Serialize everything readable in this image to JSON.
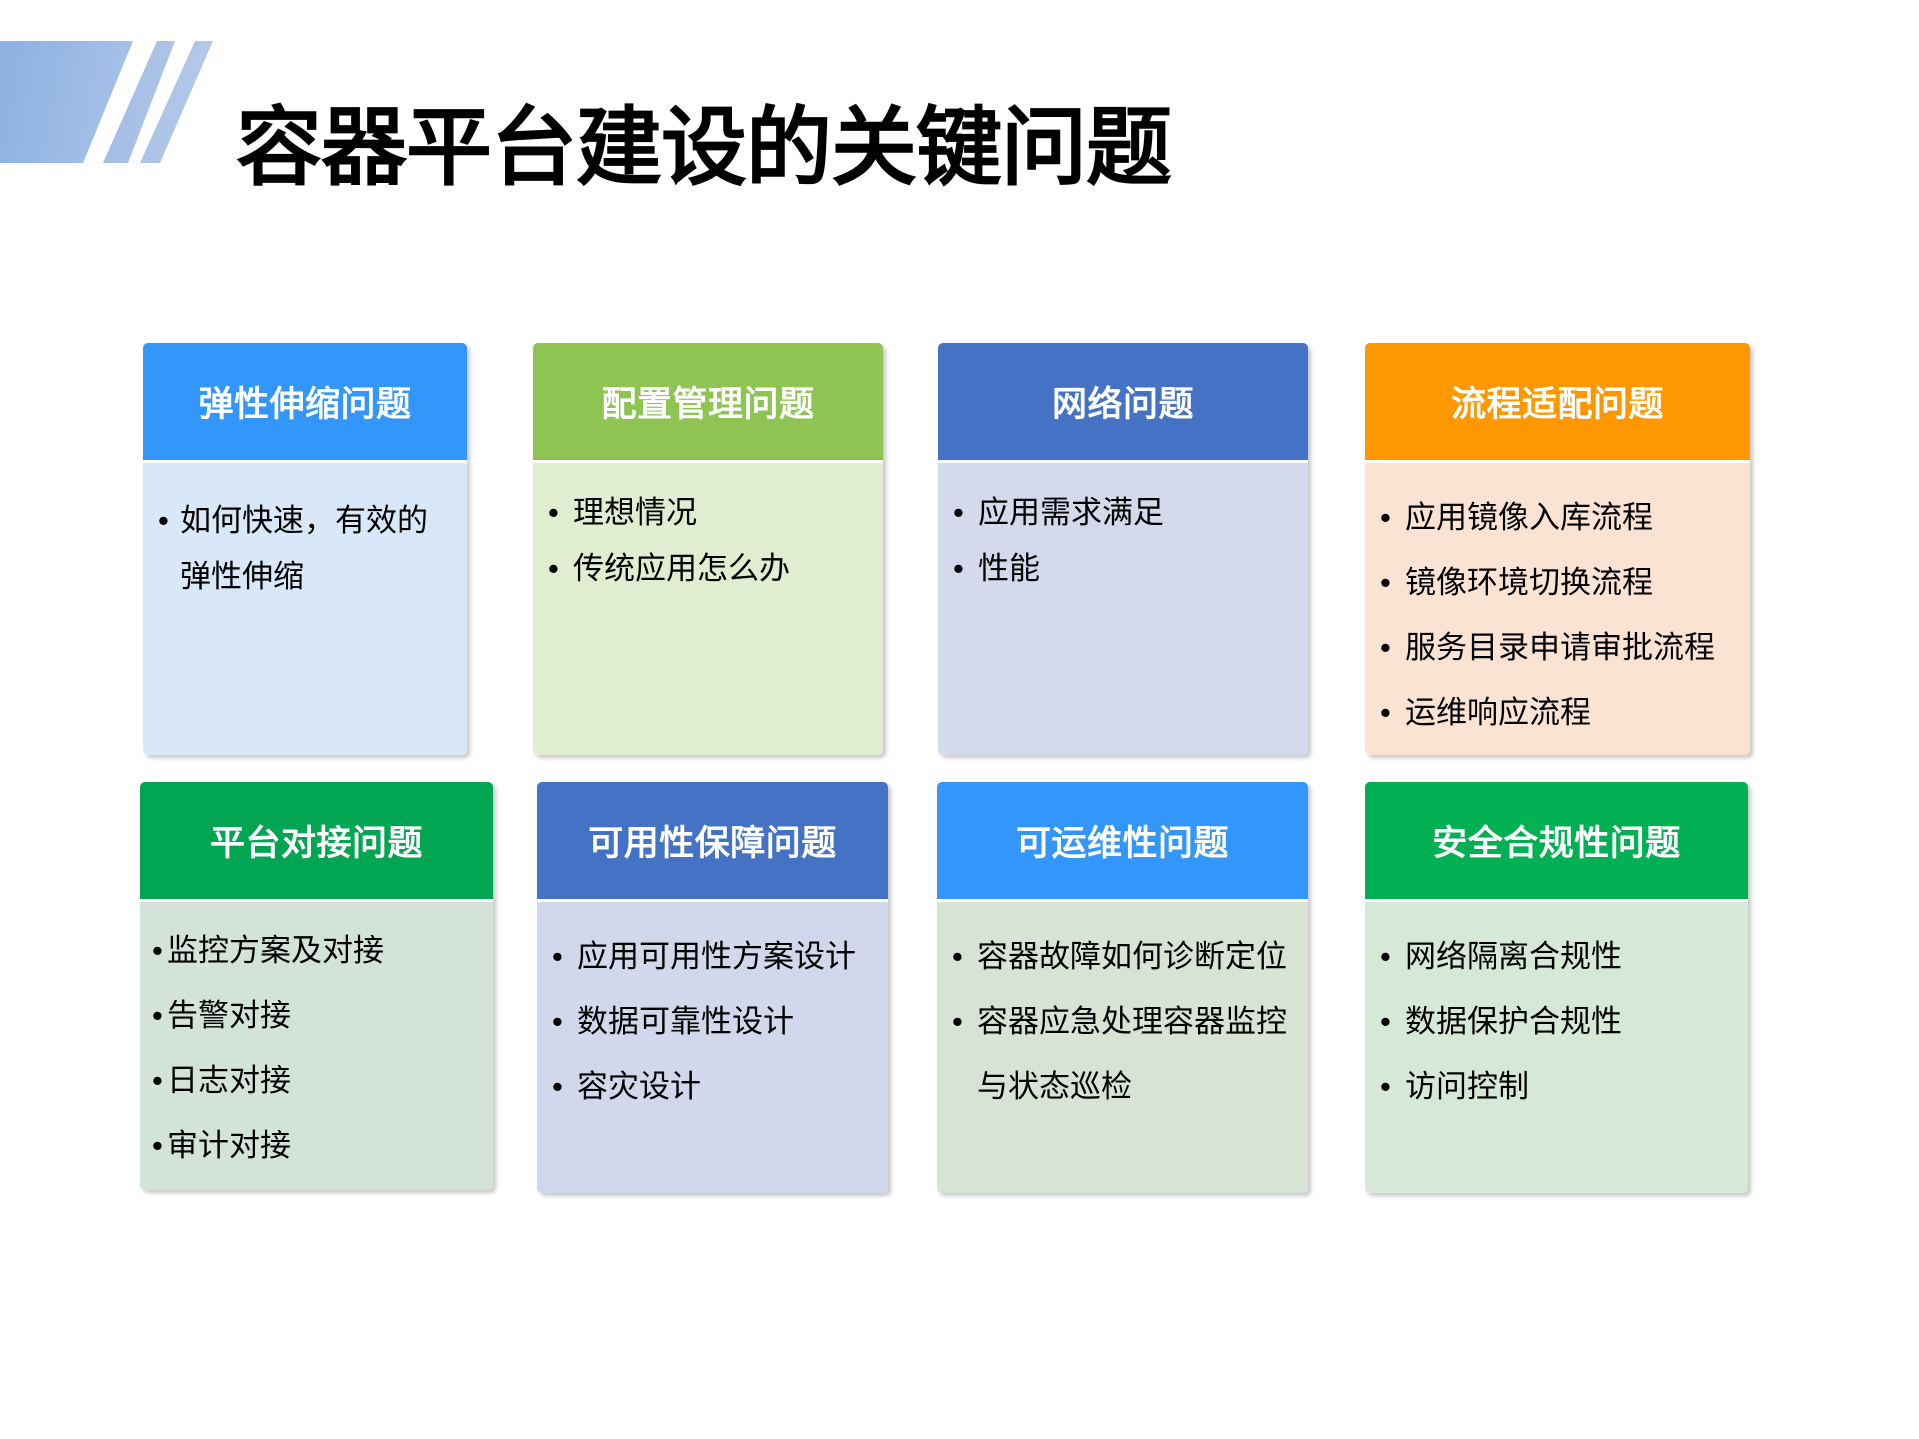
{
  "slide": {
    "title": "容器平台建设的关键问题"
  },
  "decoration": {
    "gradient_start": "#8CB1E1",
    "gradient_end": "#B9CDEC",
    "stripe_color": "#8FACDC"
  },
  "cards": [
    {
      "title": "弹性伸缩问题",
      "header_color": "#3296FB",
      "body_color": "#D9E8F9",
      "bullets": [
        "如何快速，有效的弹性伸缩"
      ]
    },
    {
      "title": "配置管理问题",
      "header_color": "#8DC452",
      "body_color": "#E0EDD1",
      "bullets": [
        "理想情况",
        "传统应用怎么办"
      ]
    },
    {
      "title": "网络问题",
      "header_color": "#4472C4",
      "body_color": "#D4DAEC",
      "bullets": [
        "应用需求满足",
        "性能"
      ]
    },
    {
      "title": "流程适配问题",
      "header_color": "#FF9800",
      "body_color": "#FBE3D4",
      "bullets": [
        "应用镜像入库流程",
        "镜像环境切换流程",
        "服务目录申请审批流程",
        "运维响应流程"
      ]
    },
    {
      "title": "平台对接问题",
      "header_color": "#02A551",
      "body_color": "#D4E3DA",
      "bullets": [
        "监控方案及对接",
        "告警对接",
        "日志对接",
        "审计对接"
      ]
    },
    {
      "title": "可用性保障问题",
      "header_color": "#4472C4",
      "body_color": "#D2D8EB",
      "bullets": [
        "应用可用性方案设计",
        "数据可靠性设计",
        "容灾设计"
      ]
    },
    {
      "title": "可运维性问题",
      "header_color": "#3296FB",
      "body_color": "#D7E4D3",
      "bullets": [
        "容器故障如何诊断定位",
        "容器应急处理容器监控与状态巡检"
      ]
    },
    {
      "title": "安全合规性问题",
      "header_color": "#00B053",
      "body_color": "#D6E8D6",
      "bullets": [
        "网络隔离合规性",
        "数据保护合规性",
        "访问控制"
      ]
    }
  ]
}
